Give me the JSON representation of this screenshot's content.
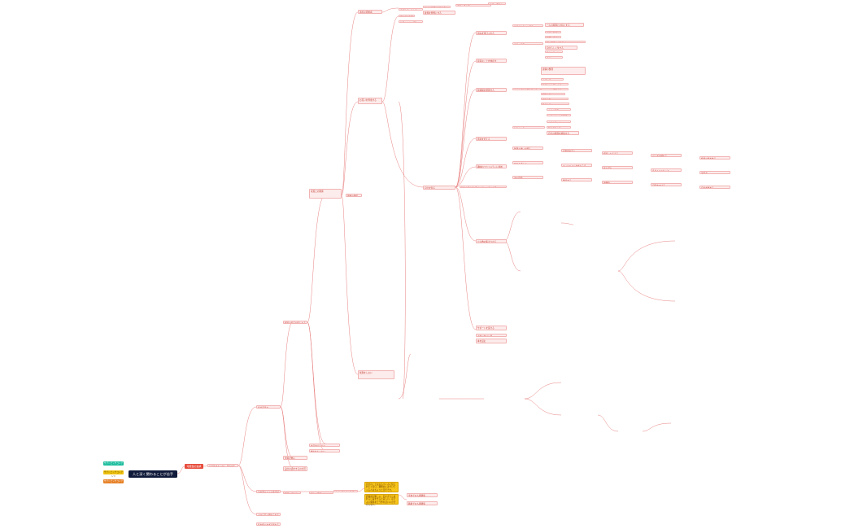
{
  "root": {
    "label": "人と深く関わることが苦手"
  },
  "main_branch": {
    "label": "可能性の追求"
  },
  "side_items": [
    {
      "label": "サブトピックコンテンツ",
      "color": "#1abc9c"
    },
    {
      "label": "サブトピックコンテンツ",
      "color": "#f1c40f"
    },
    {
      "label": "サブトピックコンテンツ",
      "color": "#e67e22"
    }
  ],
  "highlight_notes": [
    "自分のことはなるべく人に知られたくない。積極的に近づいてくる人はちょっと苦手です。",
    "距離感が難しい。近すぎると疲れるし遠すぎると寂しい。ほどよい関係をどう作ればいいか分からない。"
  ],
  "accent_colors": {
    "root_bg": "#101a3a",
    "main": "#e74c3c",
    "node_bg": "#fdecec",
    "node_text": "#c0392b",
    "line": "#e57373",
    "highlight": "#f7c51b"
  },
  "nodes": [
    "どう生きたいか？ 自分の気持ちを整理する",
    "何が苦手か",
    "人から深く関わられると逃げたくなる",
    "気を使いすぎて疲れる",
    "初対面の人との会話が続かない",
    "相手の反応が気になる",
    "沈黙が怖い",
    "自分の話をするのが苦手",
    "本音を言えない",
    "嫌われたくない",
    "期待に応えられない不安",
    "過去の経験",
    "小さい頃からの性格",
    "学校での人間関係",
    "職場での人間関係",
    "家族との関係",
    "理想の関係",
    "適度な距離感",
    "お互いを尊重する",
    "無理をしない",
    "自然体でいられる",
    "安心できる相手",
    "改善のための行動",
    "小さな会話から始める",
    "挨拶を習慣にする",
    "相手の話を聞く",
    "共通の話題を探す",
    "自分を知る",
    "強みを書き出す",
    "弱みを受け入れる",
    "得意なことを伸ばす",
    "価値観を整理する",
    "環境を変える",
    "趣味のコミュニティに参加",
    "オンラインでの交流",
    "少人数の集まりから",
    "サポートを受ける",
    "カウンセリング",
    "本を読む",
    "信頼できる人に相談",
    "将来の展望",
    "一人の時間も大切にする",
    "必要な関係だけを大切にする",
    "無理に広げない",
    "深い関係は少数でいい",
    "自分らしく生きる",
    "他人と比べない",
    "自分のペースを守る",
    "小さな成功を積み重ねる",
    "感情の整理",
    "日記を書く",
    "気持ちを言葉にする",
    "ストレスの発散方法",
    "運動する",
    "音楽を聴く",
    "散歩する",
    "休息をとる",
    "十分な睡眠",
    "リラックスする時間",
    "人付き合いのルール",
    "断る勇気を持つ",
    "自分の時間を確保する",
    "無理な誘いは断る",
    "境界線を引く",
    "相手にも伝える",
    "少しずつ慣れる",
    "練習の場を作る",
    "ロールプレイ",
    "フィードバックをもらう",
    "振り返り",
    "うまくいったこと",
    "改善点",
    "次の目標",
    "継続する",
    "習慣化",
    "記録をつける",
    "自分を褒める"
  ]
}
